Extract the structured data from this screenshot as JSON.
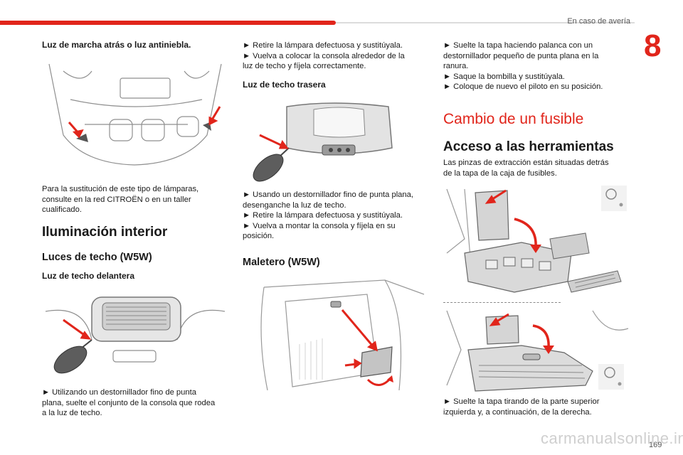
{
  "header": {
    "section_title": "En caso de avería",
    "chapter_number": "8"
  },
  "footer": {
    "page_number": "169",
    "watermark": "carmanualsonline.info"
  },
  "col1": {
    "heading_reverse": "Luz de marcha atrás o luz antiniebla.",
    "para_reverse": [
      "Para la sustitución de este tipo de lámparas,",
      "consulte en la red CITROËN o en un taller",
      "cualificado."
    ],
    "heading_interior": "Iluminación interior",
    "heading_roof": "Luces de techo (W5W)",
    "heading_front": "Luz de techo delantera",
    "para_front": [
      "► Utilizando un destornillador fino de punta",
      "plana, suelte el conjunto de la consola que rodea",
      "a la luz de techo."
    ]
  },
  "col2": {
    "para_top": [
      "► Retire la lámpara defectuosa y sustitúyala.",
      "► Vuelva a colocar la consola alrededor de la",
      "luz de techo y fíjela correctamente."
    ],
    "heading_rear": "Luz de techo trasera",
    "para_rear": [
      "► Usando un destornillador fino de punta plana,",
      "desenganche la luz de techo.",
      "► Retire la lámpara defectuosa y sustitúyala.",
      "► Vuelva a montar la consola y fíjela en su",
      "posición."
    ],
    "heading_boot": "Maletero (W5W)"
  },
  "col3": {
    "para_top": [
      "► Suelte la tapa haciendo palanca con un",
      "destornillador pequeño de punta plana en la",
      "ranura.",
      "► Saque la bombilla y sustitúyala.",
      "► Coloque de nuevo el piloto en su posición."
    ],
    "heading_fuse": "Cambio de un fusible",
    "heading_tools": "Acceso a las herramientas",
    "para_tools": [
      "Las pinzas de extracción están situadas detrás",
      "de la tapa de la caja de fusibles."
    ],
    "para_cover": [
      "► Suelte la tapa tirando de la parte superior",
      "izquierda y, a continuación, de la derecha."
    ]
  },
  "colors": {
    "accent": "#e1251b",
    "text": "#1a1a1a"
  }
}
